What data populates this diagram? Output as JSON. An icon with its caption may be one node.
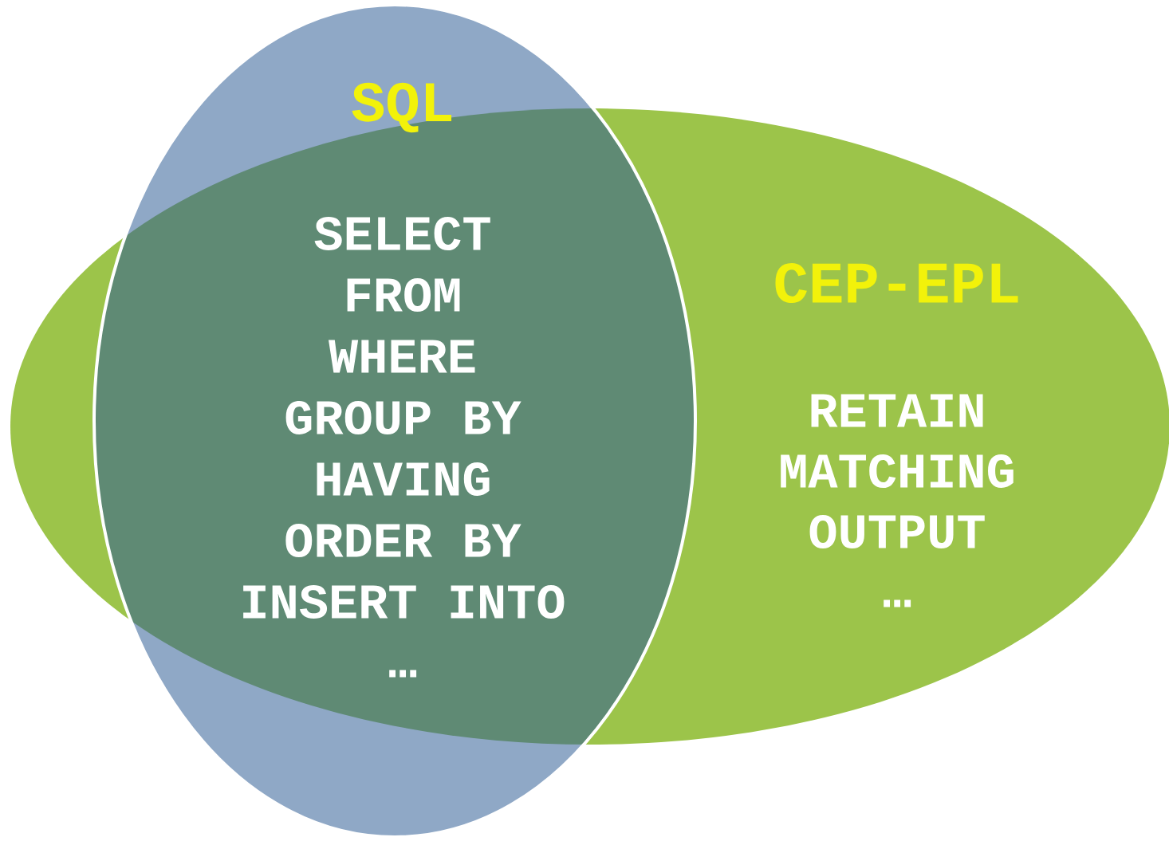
{
  "diagram": {
    "nodes": [
      {
        "text": [
          "SQL",
          "SELECT",
          "FROM",
          "WHERE",
          "GROUP BY",
          "HAVING",
          "ORDER BY",
          "INSERT INTO",
          "…"
        ]
      },
      {
        "text": [
          "CEP-EPL",
          "RETAIN",
          "MATCHING",
          "OUTPUT",
          "…"
        ]
      }
    ]
  }
}
